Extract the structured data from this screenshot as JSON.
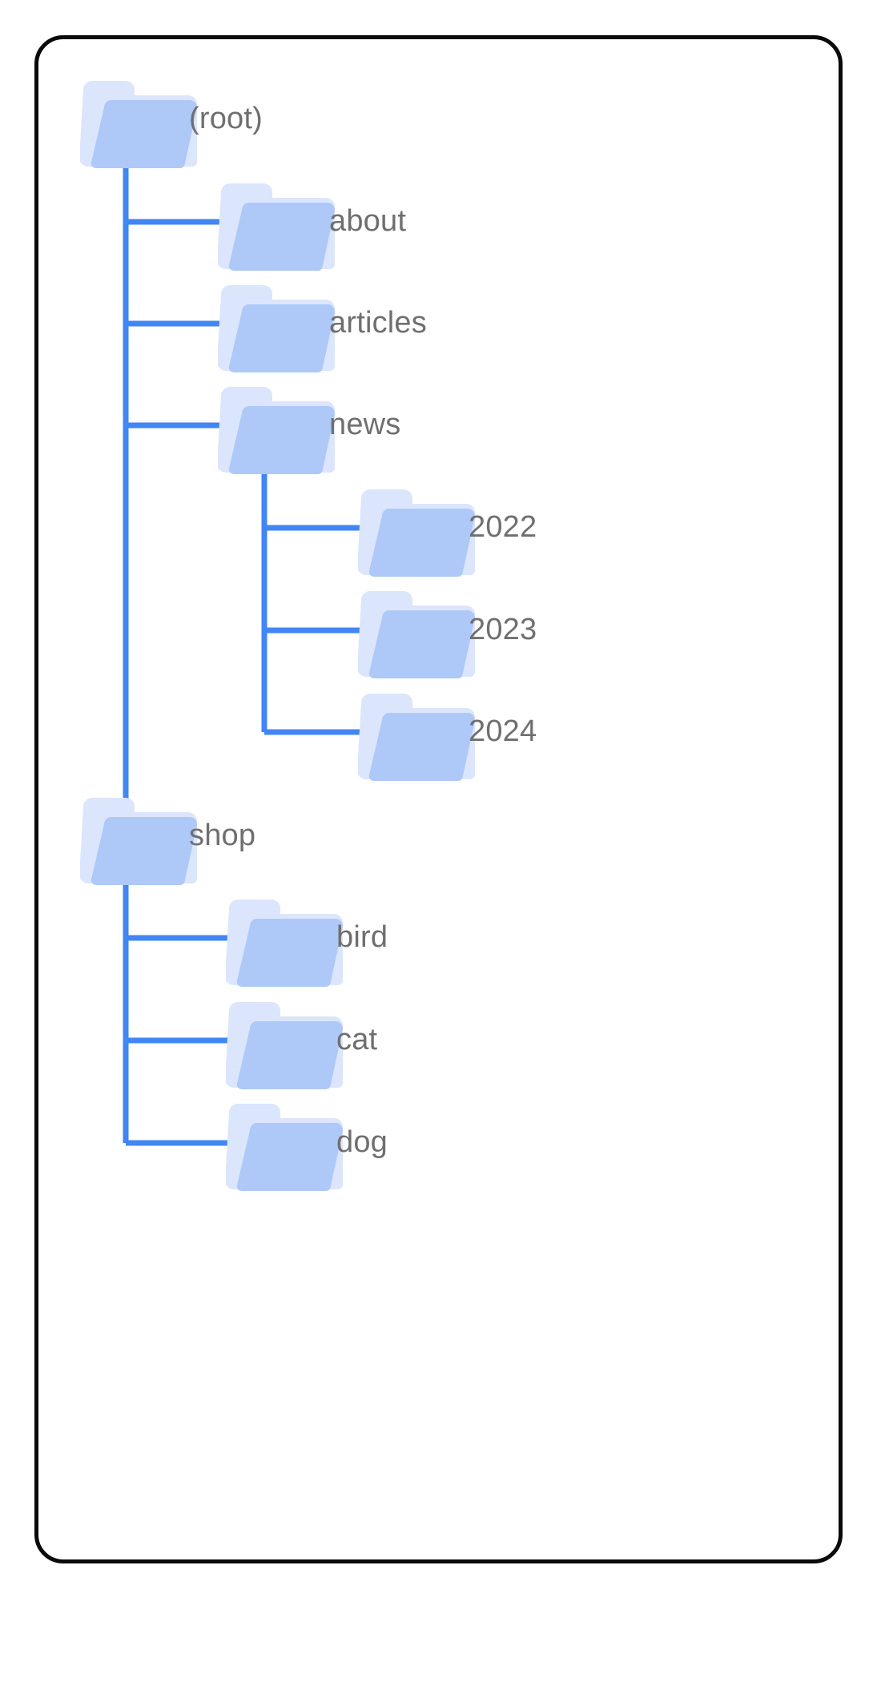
{
  "diagram": {
    "title": "Folder hierarchy tree",
    "kind": "folder-tree",
    "colors": {
      "card_border": "#0a0a0a",
      "card_background": "#ffffff",
      "edge": "#4285f4",
      "folder_back": "#dbe6fc",
      "folder_front": "#aec8f8",
      "label_text": "#6f6f6f"
    },
    "nodes": [
      {
        "id": "root",
        "label": "(root)",
        "depth": 0,
        "icon": "folder-icon",
        "parent": null,
        "last_child": false
      },
      {
        "id": "about",
        "label": "about",
        "depth": 1,
        "icon": "folder-icon",
        "parent": "root",
        "last_child": false
      },
      {
        "id": "articles",
        "label": "articles",
        "depth": 1,
        "icon": "folder-icon",
        "parent": "root",
        "last_child": false
      },
      {
        "id": "news",
        "label": "news",
        "depth": 1,
        "icon": "folder-icon",
        "parent": "root",
        "last_child": false
      },
      {
        "id": "2022",
        "label": "2022",
        "depth": 2,
        "icon": "folder-icon",
        "parent": "news",
        "last_child": false
      },
      {
        "id": "2023",
        "label": "2023",
        "depth": 2,
        "icon": "folder-icon",
        "parent": "news",
        "last_child": false
      },
      {
        "id": "2024",
        "label": "2024",
        "depth": 2,
        "icon": "folder-icon",
        "parent": "news",
        "last_child": true
      },
      {
        "id": "shop",
        "label": "shop",
        "depth": 0,
        "icon": "folder-icon",
        "parent": "root",
        "last_child": false
      },
      {
        "id": "bird",
        "label": "bird",
        "depth": 1,
        "icon": "folder-icon",
        "parent": "shop",
        "last_child": false
      },
      {
        "id": "cat",
        "label": "cat",
        "depth": 1,
        "icon": "folder-icon",
        "parent": "shop",
        "last_child": false
      },
      {
        "id": "dog",
        "label": "dog",
        "depth": 1,
        "icon": "folder-icon",
        "parent": "shop",
        "last_child": true
      }
    ],
    "labels": {
      "root": "(root)",
      "about": "about",
      "articles": "articles",
      "news": "news",
      "y2022": "2022",
      "y2023": "2023",
      "y2024": "2024",
      "shop": "shop",
      "bird": "bird",
      "cat": "cat",
      "dog": "dog"
    }
  }
}
